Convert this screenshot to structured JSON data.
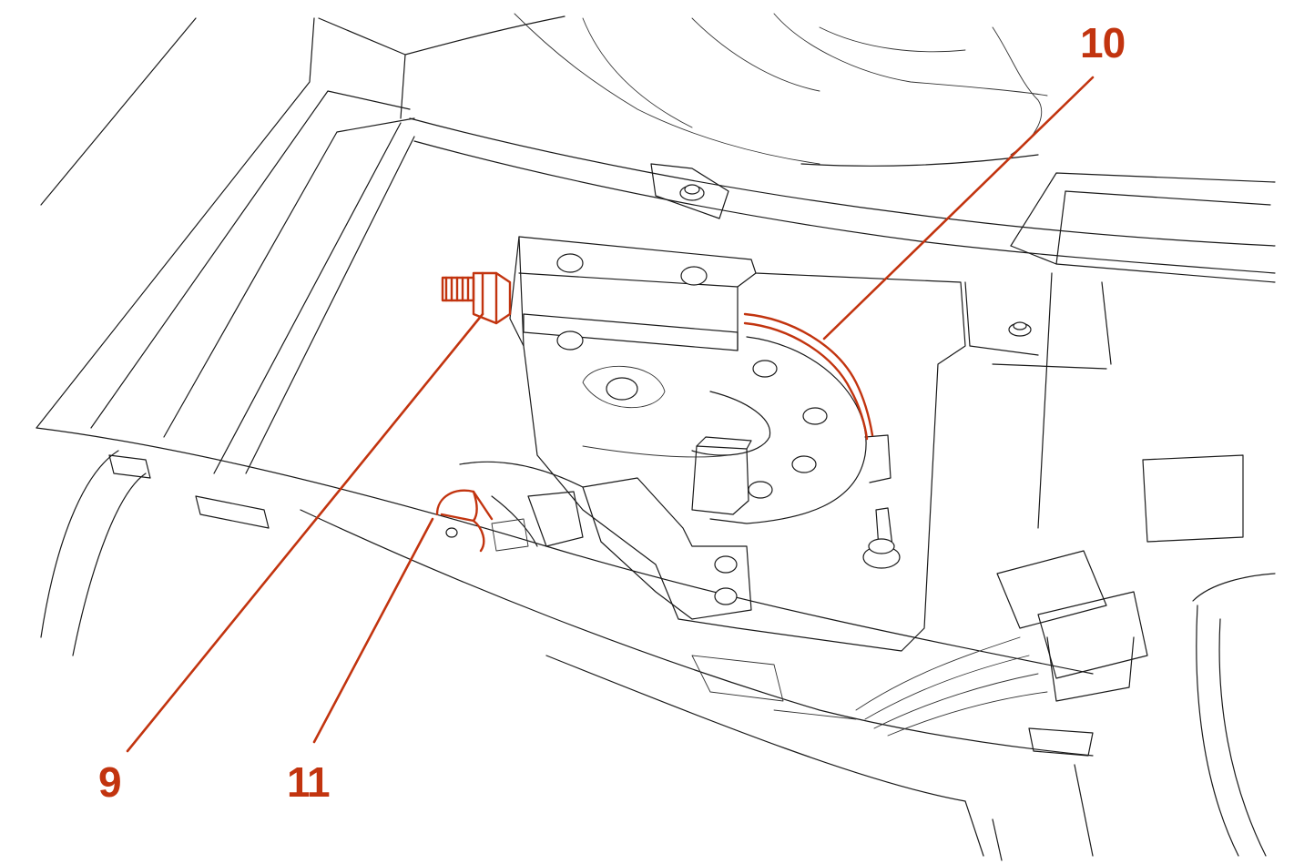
{
  "callouts": {
    "nine": "9",
    "ten": "10",
    "eleven": "11"
  },
  "colors": {
    "highlight": "#c2340f",
    "line": "#1a1a1a"
  }
}
